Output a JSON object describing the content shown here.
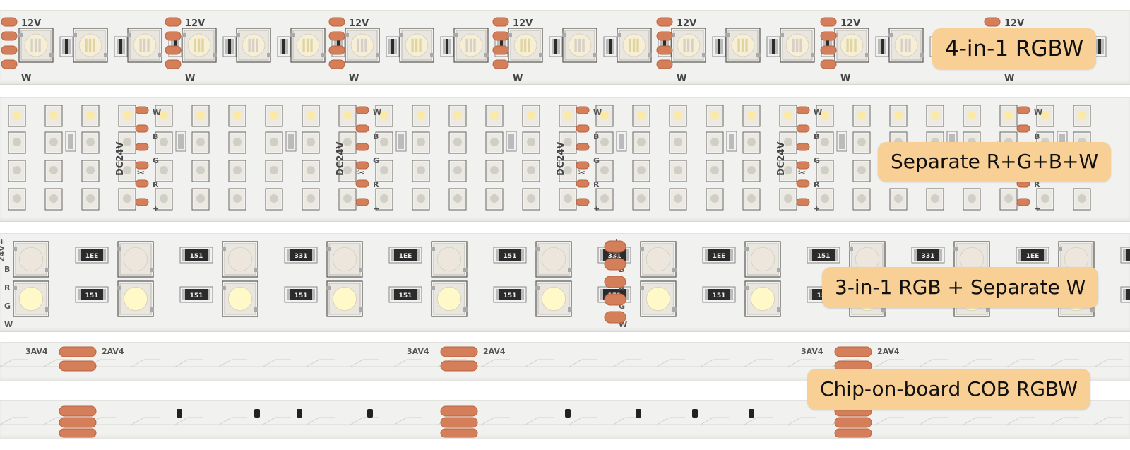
{
  "colors": {
    "strip": "#f1f1ef",
    "label_bg": "#f8cf94",
    "copper": "#d47e5a",
    "warm_led": "#fbe9a8",
    "white_led": "#fff8c8"
  },
  "strips": [
    {
      "label": "4-in-1 RGBW",
      "silk_top": "12V",
      "silk_bottom": "W"
    },
    {
      "label": "Separate R+G+B+W",
      "silk_voltage": "DC24V",
      "silk_pins": [
        "W",
        "B",
        "G",
        "R",
        "+"
      ]
    },
    {
      "label": "3-in-1 RGB + Separate W",
      "silk_voltage": "24V+",
      "silk_pins": [
        "B",
        "R",
        "G",
        "W"
      ],
      "resistor_codes": [
        "1EE",
        "151",
        "331"
      ]
    },
    {
      "label": "Chip-on-board COB RGBW",
      "silk_left": "3AV4",
      "silk_right": "2AV4"
    }
  ]
}
